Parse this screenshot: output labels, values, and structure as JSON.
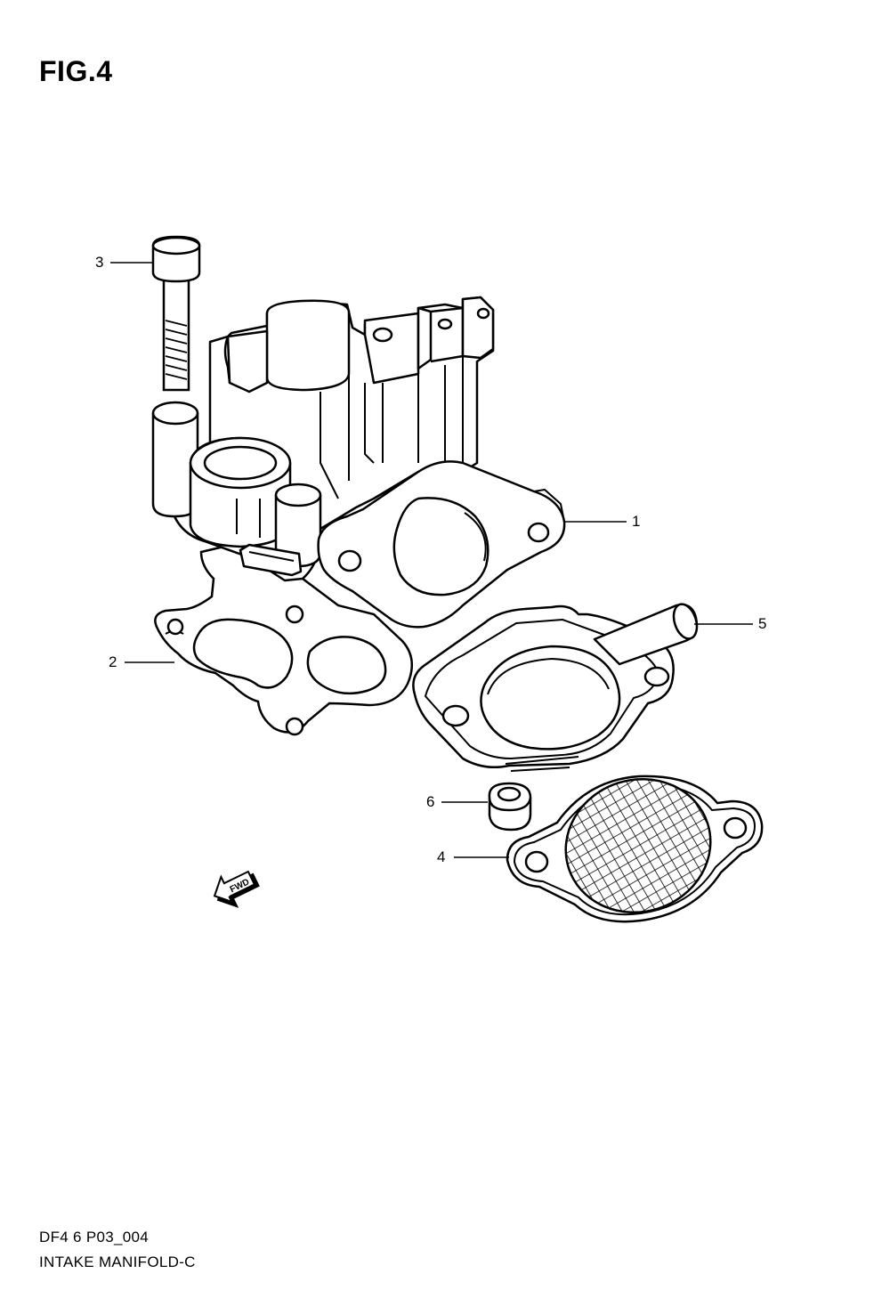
{
  "figure": {
    "title": "FIG.4"
  },
  "callouts": [
    {
      "id": "1",
      "label": "1"
    },
    {
      "id": "2",
      "label": "2"
    },
    {
      "id": "3",
      "label": "3"
    },
    {
      "id": "4",
      "label": "4"
    },
    {
      "id": "5",
      "label": "5"
    },
    {
      "id": "6",
      "label": "6"
    }
  ],
  "fwd_label": "FWD",
  "footer": {
    "code": "DF4 6 P03_004",
    "name": "INTAKE MANIFOLD-C"
  }
}
